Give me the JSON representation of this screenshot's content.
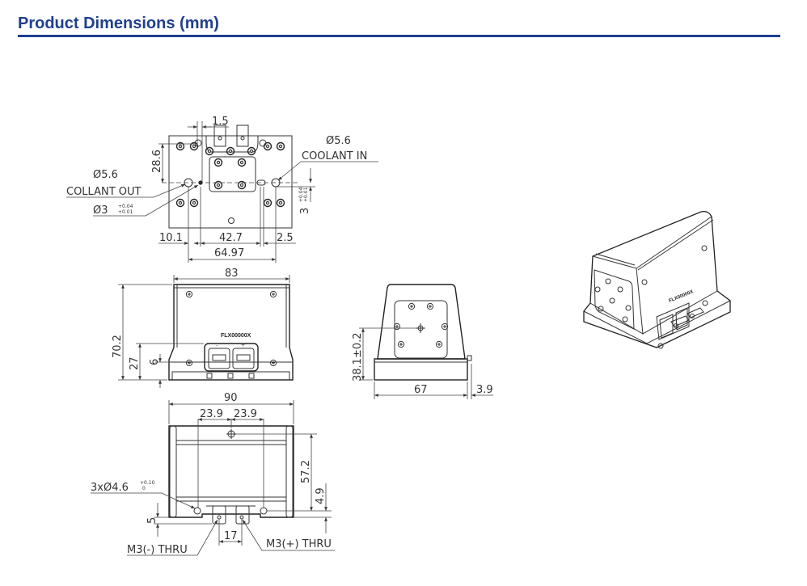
{
  "header": {
    "title": "Product Dimensions (mm)",
    "accent_color": "#1f3f8f"
  },
  "top_view": {
    "dim_1_5": "1.5",
    "dim_28_6": "28.6",
    "dia_out": "Ø5.6",
    "label_out": "COLLANT OUT",
    "dia_small": "Ø3",
    "tol_upper": "+0.04",
    "tol_lower": "+0.01",
    "dia_in": "Ø5.6",
    "label_in": "COOLANT IN",
    "dim_3": "3",
    "dim_10_1": "10.1",
    "dim_42_7": "42.7",
    "dim_2_5": "2.5",
    "dim_64_97": "64.97"
  },
  "front_view": {
    "dim_83": "83",
    "dim_70_2": "70.2",
    "dim_27": "27",
    "dim_6": "6",
    "model_label": "FLX00000X",
    "minus": "-",
    "plus": "+"
  },
  "side_view": {
    "dim_38_1": "38.1±0.2",
    "dim_67": "67",
    "dim_3_9": "3.9"
  },
  "bottom_view": {
    "dim_90": "90",
    "dim_23_9_a": "23.9",
    "dim_23_9_b": "23.9",
    "dim_57_2": "57.2",
    "dim_4_9": "4.9",
    "dim_5": "5",
    "holes": "3xØ4.6",
    "hole_tol_upper": "+0.10",
    "hole_tol_lower": "0",
    "dim_17": "17",
    "m3_minus": "M3(-) THRU",
    "m3_plus": "M3(+) THRU"
  },
  "iso_view": {
    "model_label": "FLX00000X"
  }
}
